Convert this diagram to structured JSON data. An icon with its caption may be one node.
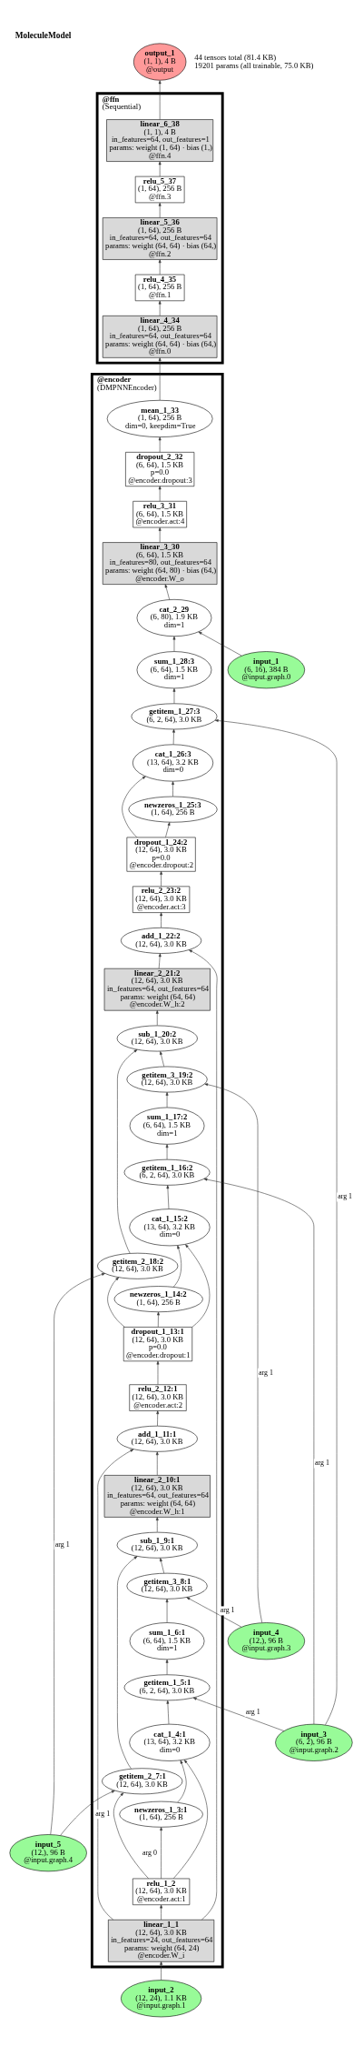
{
  "diagram": {
    "title": "MoleculeModel",
    "nodes": [
      {
        "text": [
          "output_1",
          "(1, 1), 4 B",
          "@output"
        ]
      },
      {
        "text": [
          "@ffn",
          "(Sequential)"
        ]
      },
      {
        "text": [
          "linear_6_38",
          "(1, 1), 4 B",
          "in_features=64, out_features=1",
          "params: weight (1, 64) · bias (1,)",
          "@ffn.4"
        ],
        "in": 1
      },
      {
        "text": [
          "relu_5_37",
          "(1, 64), 256 B",
          "@ffn.3"
        ],
        "in": 1
      },
      {
        "text": [
          "linear_5_36",
          "(1, 64), 256 B",
          "in_features=64, out_features=64",
          "params: weight (64, 64) · bias (64,)",
          "@ffn.2"
        ],
        "in": 1
      },
      {
        "text": [
          "relu_4_35",
          "(1, 64), 256 B",
          "@ffn.1"
        ],
        "in": 1
      },
      {
        "text": [
          "linear_4_34",
          "(1, 64), 256 B",
          "in_features=64, out_features=64",
          "params: weight (64, 64) · bias (64,)",
          "@ffn.0"
        ],
        "in": 1
      },
      {
        "text": [
          "@encoder",
          "(DMPNNEncoder)"
        ]
      },
      {
        "text": [
          "mean_1_33",
          "(1, 64), 256 B",
          "dim=0, keepdim=True"
        ],
        "in": 7
      },
      {
        "text": [
          "dropout_2_32",
          "(6, 64), 1.5 KB",
          "p=0.0",
          "@encoder.dropout:3"
        ],
        "in": 7
      },
      {
        "text": [
          "relu_3_31",
          "(6, 64), 1.5 KB",
          "@encoder.act:4"
        ],
        "in": 7
      },
      {
        "text": [
          "linear_3_30",
          "(6, 64), 1.5 KB",
          "in_features=80, out_features=64",
          "params: weight (64, 80) · bias (64,)",
          "@encoder.W_o"
        ],
        "in": 7
      },
      {
        "text": [
          "cat_2_29",
          "(6, 80), 1.9 KB",
          "dim=1"
        ],
        "in": 7
      },
      {
        "text": [
          "sum_1_28:3",
          "(6, 64), 1.5 KB",
          "dim=1"
        ],
        "in": 7
      },
      {
        "text": [
          "input_1",
          "(6, 16), 384 B",
          "@input.graph.0"
        ]
      },
      {
        "text": [
          "getitem_1_27:3",
          "(6, 2, 64), 3.0 KB"
        ],
        "in": 7
      },
      {
        "text": [
          "cat_1_26:3",
          "(13, 64), 3.2 KB",
          "dim=0"
        ],
        "in": 7
      },
      {
        "text": [
          "newzeros_1_25:3",
          "(1, 64), 256 B"
        ],
        "in": 7
      },
      {
        "text": [
          "dropout_1_24:2",
          "(12, 64), 3.0 KB",
          "p=0.0",
          "@encoder.dropout:2"
        ],
        "in": 7
      },
      {
        "text": [
          "relu_2_23:2",
          "(12, 64), 3.0 KB",
          "@encoder.act:3"
        ],
        "in": 7
      },
      {
        "text": [
          "add_1_22:2",
          "(12, 64), 3.0 KB"
        ],
        "in": 7
      },
      {
        "text": [
          "linear_2_21:2",
          "(12, 64), 3.0 KB",
          "in_features=64, out_features=64",
          "params: weight (64, 64)",
          "@encoder.W_h:2"
        ],
        "in": 7
      },
      {
        "text": [
          "sub_1_20:2",
          "(12, 64), 3.0 KB"
        ],
        "in": 7
      },
      {
        "text": [
          "getitem_3_19:2",
          "(12, 64), 3.0 KB"
        ],
        "in": 7
      },
      {
        "text": [
          "sum_1_17:2",
          "(6, 64), 1.5 KB",
          "dim=1"
        ],
        "in": 7
      },
      {
        "text": [
          "getitem_1_16:2",
          "(6, 2, 64), 3.0 KB"
        ],
        "in": 7
      },
      {
        "text": [
          "cat_1_15:2",
          "(13, 64), 3.2 KB",
          "dim=0"
        ],
        "in": 7
      },
      {
        "text": [
          "getitem_2_18:2",
          "(12, 64), 3.0 KB"
        ],
        "in": 7
      },
      {
        "text": [
          "newzeros_1_14:2",
          "(1, 64), 256 B"
        ],
        "in": 7
      },
      {
        "text": [
          "dropout_1_13:1",
          "(12, 64), 3.0 KB",
          "p=0.0",
          "@encoder.dropout:1"
        ],
        "in": 7
      },
      {
        "text": [
          "relu_2_12:1",
          "(12, 64), 3.0 KB",
          "@encoder.act:2"
        ],
        "in": 7
      },
      {
        "text": [
          "add_1_11:1",
          "(12, 64), 3.0 KB"
        ],
        "in": 7
      },
      {
        "text": [
          "linear_2_10:1",
          "(12, 64), 3.0 KB",
          "in_features=64, out_features=64",
          "params: weight (64, 64)",
          "@encoder.W_h:1"
        ],
        "in": 7
      },
      {
        "text": [
          "sub_1_9:1",
          "(12, 64), 3.0 KB"
        ],
        "in": 7
      },
      {
        "text": [
          "getitem_3_8:1",
          "(12, 64), 3.0 KB"
        ],
        "in": 7
      },
      {
        "text": [
          "sum_1_6:1",
          "(6, 64), 1.5 KB",
          "dim=1"
        ],
        "in": 7
      },
      {
        "text": [
          "input_4",
          "(12,), 96 B",
          "@input.graph.3"
        ]
      },
      {
        "text": [
          "getitem_1_5:1",
          "(6, 2, 64), 3.0 KB"
        ],
        "in": 7
      },
      {
        "text": [
          "input_3",
          "(6, 2), 96 B",
          "@input.graph.2"
        ]
      },
      {
        "text": [
          "cat_1_4:1",
          "(13, 64), 3.2 KB",
          "dim=0"
        ],
        "in": 7
      },
      {
        "text": [
          "getitem_2_7:1",
          "(12, 64), 3.0 KB"
        ],
        "in": 7
      },
      {
        "text": [
          "newzeros_1_3:1",
          "(1, 64), 256 B"
        ],
        "in": 7
      },
      {
        "text": [
          "input_5",
          "(12,), 96 B",
          "@input.graph.4"
        ]
      },
      {
        "text": [
          "relu_1_2",
          "(12, 64), 3.0 KB",
          "@encoder.act:1"
        ],
        "in": 7
      },
      {
        "text": [
          "linear_1_1",
          "(12, 64), 3.0 KB",
          "in_features=24, out_features=64",
          "params: weight (64, 24)",
          "@encoder.W_i"
        ],
        "in": 7
      },
      {
        "text": [
          "input_2",
          "(12, 24), 1.1 KB",
          "@input.graph.1"
        ]
      }
    ],
    "edges": [
      {
        "from": 45,
        "to": 44,
        "arrow": "to"
      },
      {
        "from": 44,
        "to": 43,
        "arrow": "to"
      },
      {
        "from": 43,
        "to": 41,
        "arrow": "to"
      },
      {
        "from": 43,
        "to": 39,
        "arrow": "to"
      },
      {
        "from": 41,
        "to": 39,
        "arrow": "to"
      },
      {
        "from": 43,
        "to": 40,
        "arrow": "to",
        "label": "arg 0"
      },
      {
        "from": 42,
        "to": 40,
        "arrow": "to",
        "label": "arg 1"
      },
      {
        "from": 39,
        "to": 37,
        "arrow": "to"
      },
      {
        "from": 38,
        "to": 37,
        "arrow": "to",
        "label": "arg 1"
      },
      {
        "from": 37,
        "to": 35,
        "arrow": "to"
      },
      {
        "from": 35,
        "to": 34,
        "arrow": "to"
      },
      {
        "from": 36,
        "to": 34,
        "arrow": "to",
        "label": "arg 1"
      },
      {
        "from": 34,
        "to": 33,
        "arrow": "to"
      },
      {
        "from": 40,
        "to": 33,
        "arrow": "to"
      },
      {
        "from": 33,
        "to": 32,
        "arrow": "to"
      },
      {
        "from": 32,
        "to": 31,
        "arrow": "to"
      },
      {
        "from": 44,
        "to": 31,
        "arrow": "to"
      },
      {
        "from": 31,
        "to": 30,
        "arrow": "to"
      },
      {
        "from": 30,
        "to": 29,
        "arrow": "to"
      },
      {
        "from": 29,
        "to": 28,
        "arrow": "to"
      },
      {
        "from": 29,
        "to": 26,
        "arrow": "to"
      },
      {
        "from": 28,
        "to": 26,
        "arrow": "to"
      },
      {
        "from": 29,
        "to": 27,
        "arrow": "to"
      },
      {
        "from": 42,
        "to": 27,
        "arrow": "to",
        "label": "arg 1"
      },
      {
        "from": 26,
        "to": 25,
        "arrow": "to"
      },
      {
        "from": 38,
        "to": 25,
        "arrow": "to",
        "label": "arg 1"
      },
      {
        "from": 25,
        "to": 24,
        "arrow": "to"
      },
      {
        "from": 24,
        "to": 23,
        "arrow": "to"
      },
      {
        "from": 36,
        "to": 23,
        "arrow": "to",
        "label": "arg 1"
      },
      {
        "from": 23,
        "to": 22,
        "arrow": "to"
      },
      {
        "from": 27,
        "to": 22,
        "arrow": "to"
      },
      {
        "from": 22,
        "to": 21,
        "arrow": "to"
      },
      {
        "from": 21,
        "to": 20,
        "arrow": "to"
      },
      {
        "from": 44,
        "to": 20,
        "arrow": "to"
      },
      {
        "from": 20,
        "to": 19,
        "arrow": "to"
      },
      {
        "from": 19,
        "to": 18,
        "arrow": "to"
      },
      {
        "from": 18,
        "to": 17,
        "arrow": "to"
      },
      {
        "from": 18,
        "to": 16,
        "arrow": "to"
      },
      {
        "from": 17,
        "to": 16,
        "arrow": "to"
      },
      {
        "from": 16,
        "to": 15,
        "arrow": "to"
      },
      {
        "from": 38,
        "to": 15,
        "arrow": "to",
        "label": "arg 1"
      },
      {
        "from": 15,
        "to": 13,
        "arrow": "to"
      },
      {
        "from": 13,
        "to": 12,
        "arrow": "to"
      },
      {
        "from": 14,
        "to": 12,
        "arrow": "to"
      },
      {
        "from": 12,
        "to": 11,
        "arrow": "to"
      },
      {
        "from": 11,
        "to": 10,
        "arrow": "to"
      },
      {
        "from": 10,
        "to": 9,
        "arrow": "to"
      },
      {
        "from": 9,
        "to": 8,
        "arrow": "to"
      },
      {
        "from": 8,
        "to": 6,
        "arrow": "to"
      },
      {
        "from": 6,
        "to": 5,
        "arrow": "to"
      },
      {
        "from": 5,
        "to": 4,
        "arrow": "to"
      },
      {
        "from": 4,
        "to": 3,
        "arrow": "to"
      },
      {
        "from": 3,
        "to": 2,
        "arrow": "to"
      },
      {
        "from": 2,
        "to": 0,
        "arrow": "to"
      }
    ],
    "labels": [
      "44 tensors total (81.4 KB)",
      "19201 params (all trainable, 75.0 KB)"
    ]
  }
}
